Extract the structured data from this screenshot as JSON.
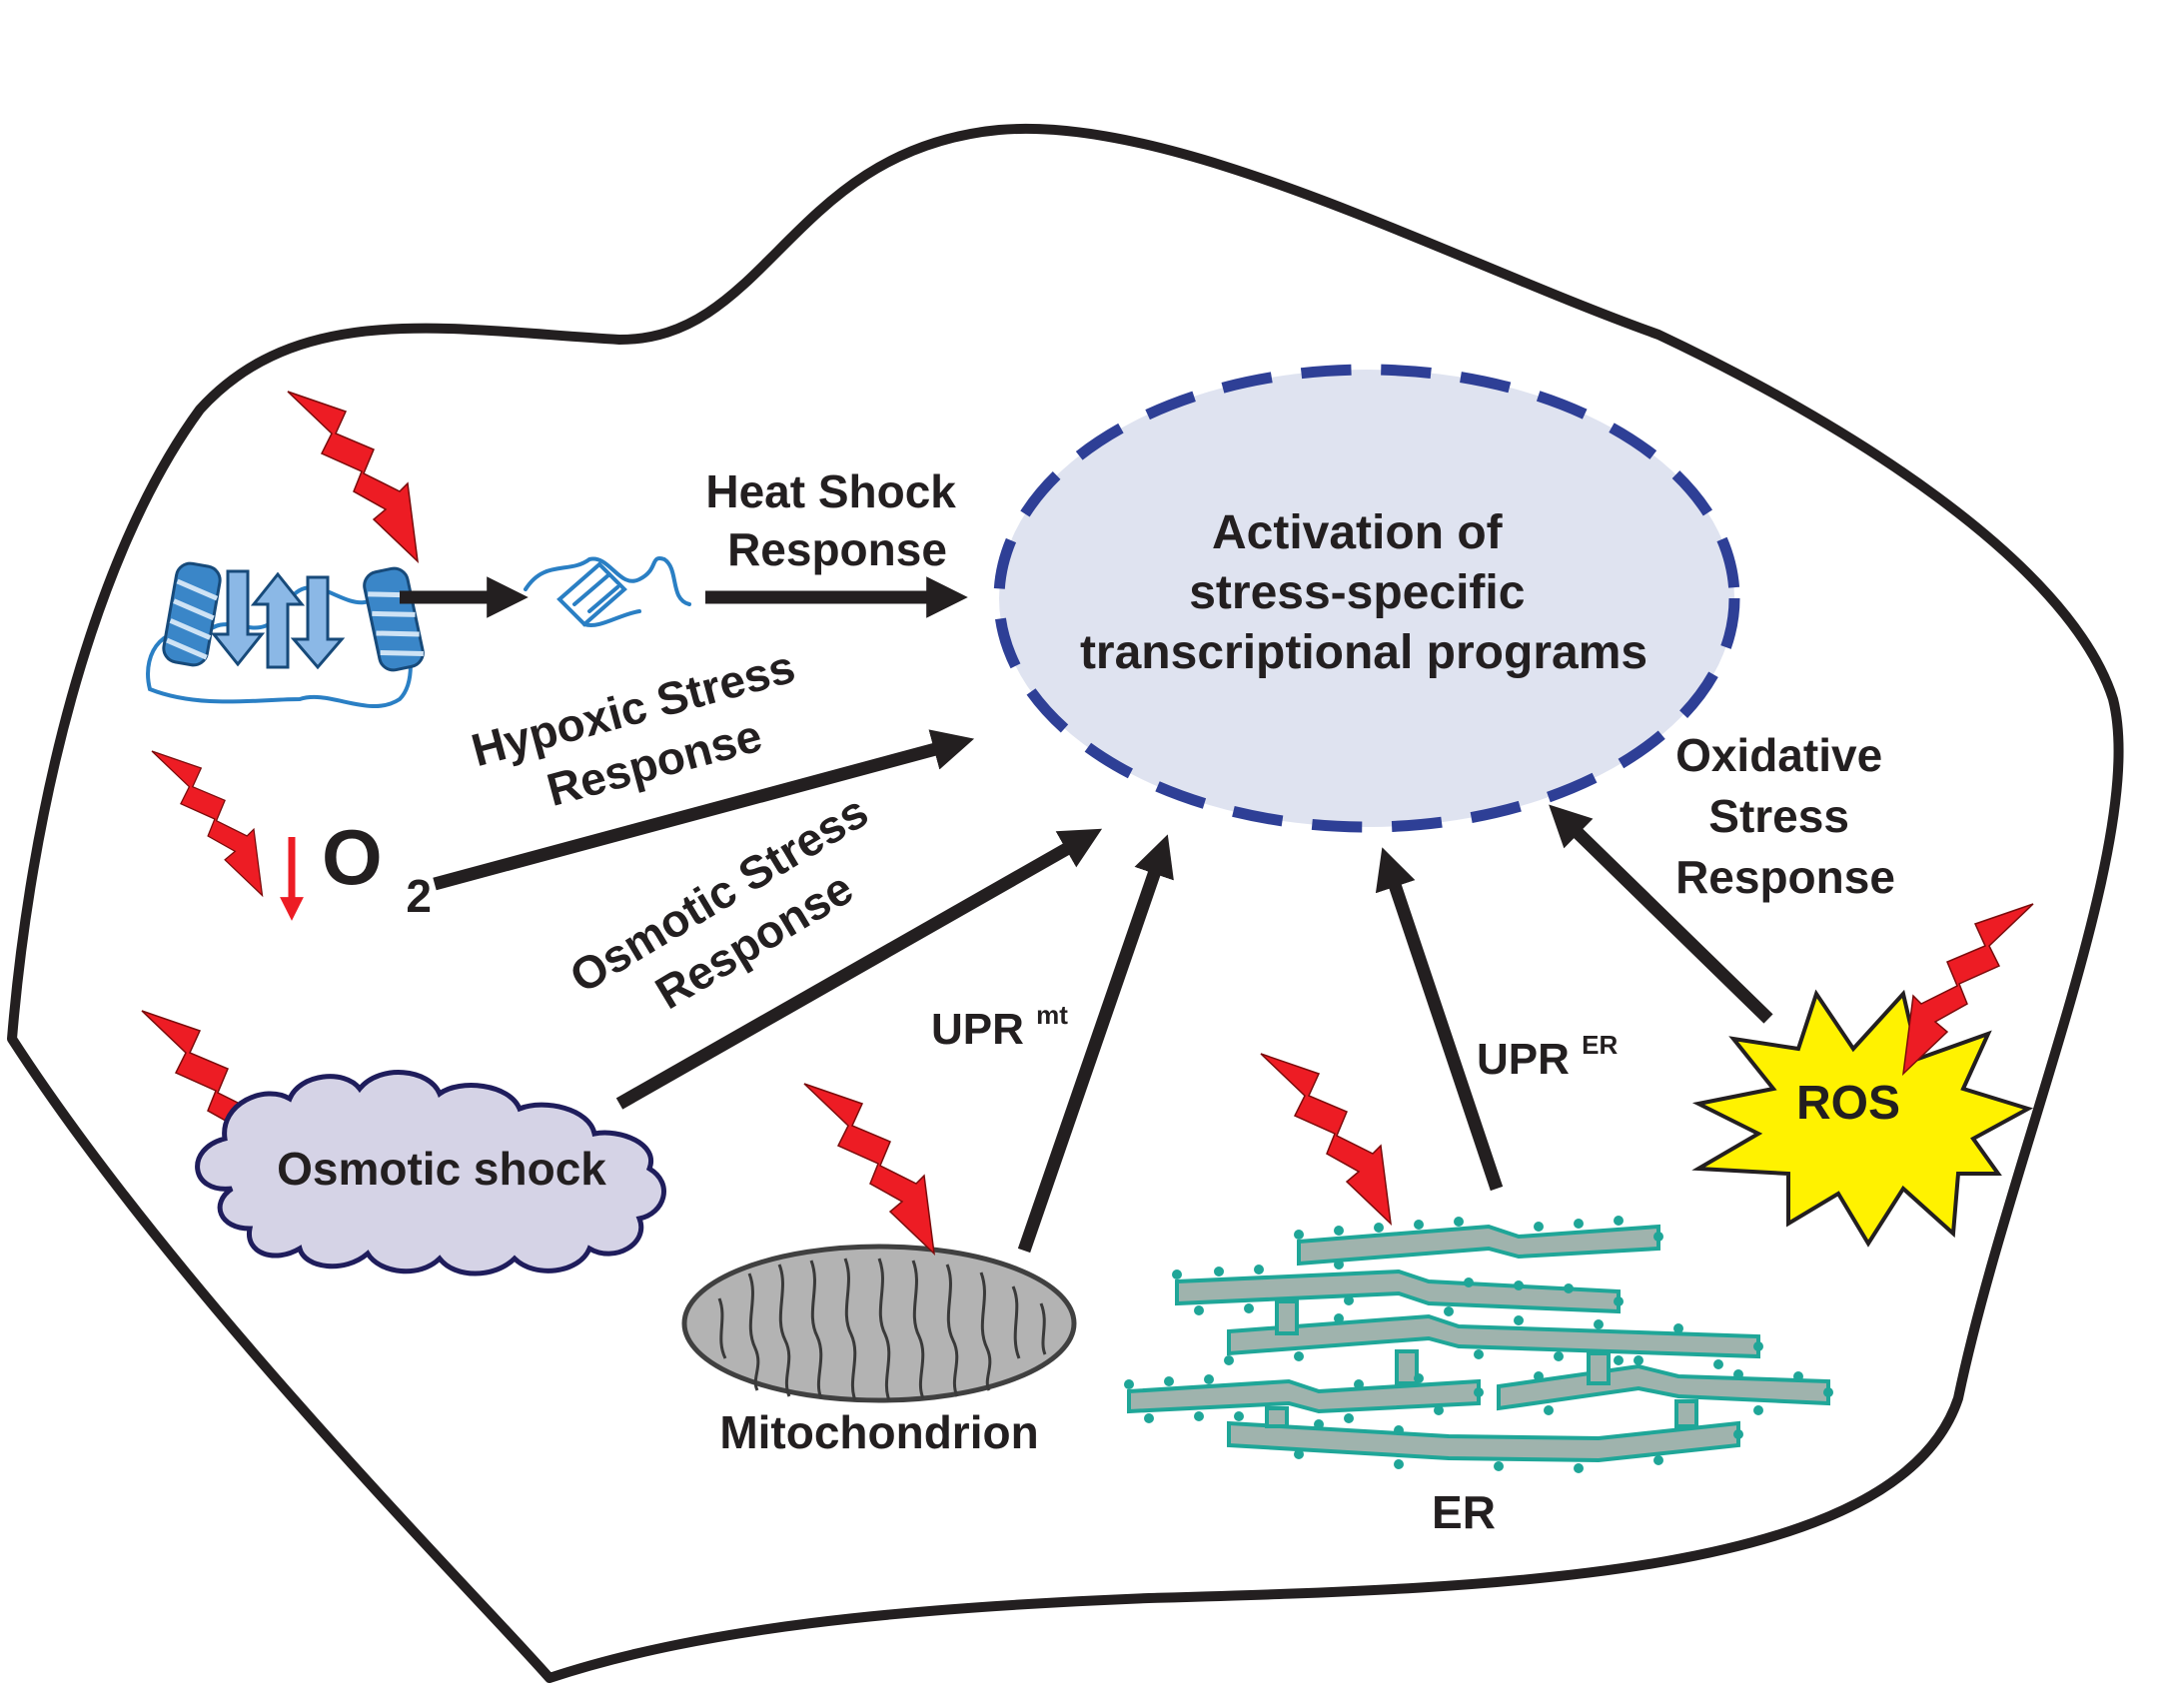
{
  "nucleus": {
    "line1": "Activation of",
    "line2": "stress-specific",
    "line3": "transcriptional programs"
  },
  "pathways": {
    "heat_shock": {
      "line1": "Heat Shock",
      "line2": "Response"
    },
    "hypoxic": {
      "line1": "Hypoxic Stress",
      "line2": "Response"
    },
    "osmotic": {
      "line1": "Osmotic Stress",
      "line2": "Response"
    },
    "upr_mt": {
      "base": "UPR",
      "sup": "mt"
    },
    "upr_er": {
      "base": "UPR",
      "sup": "ER"
    },
    "oxidative": {
      "line1": "Oxidative",
      "line2": "Stress",
      "line3": "Response"
    }
  },
  "stressors": {
    "oxygen": {
      "symbol": "O",
      "subscript": "2"
    },
    "osmotic_shock": "Osmotic shock",
    "ros": "ROS"
  },
  "organelles": {
    "mitochondrion": "Mitochondrion",
    "er": "ER"
  },
  "colors": {
    "cell_outline": "#231f20",
    "nucleus_fill": "#dfe3f0",
    "nucleus_dash": "#2e3f96",
    "lightning": "#ed1c24",
    "protein_blue": "#2a7fc4",
    "cloud_fill": "#d5d3e6",
    "cloud_stroke": "#1f1d5c",
    "ros_fill": "#fff200",
    "mito_fill": "#b3b3b3",
    "er_fill": "#9fb3ad",
    "er_stroke": "#1fa698"
  }
}
